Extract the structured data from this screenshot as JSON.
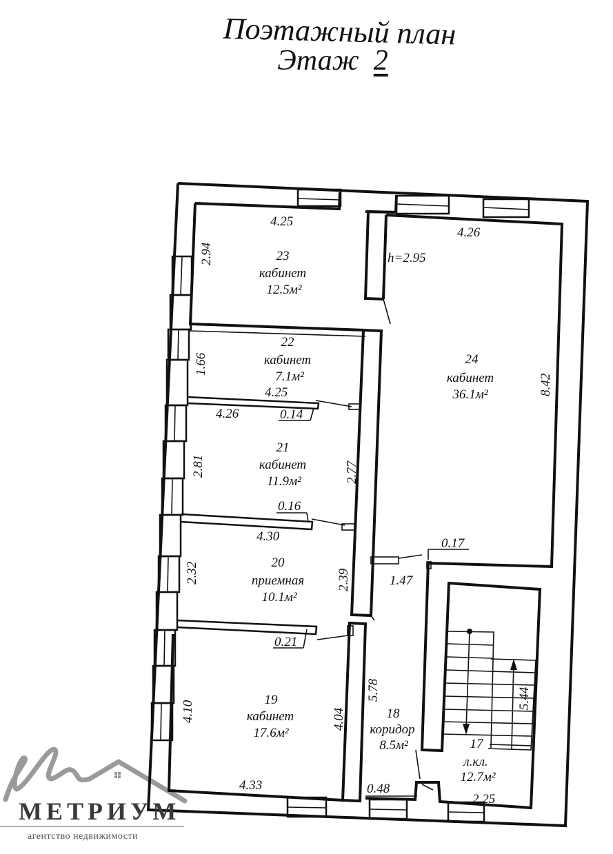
{
  "title": {
    "line1": "Поэтажный план",
    "line2_prefix": "Этаж",
    "floor_number": "2"
  },
  "ceiling_height": "h=2.95",
  "rooms": [
    {
      "number": "23",
      "name": "кабинет",
      "area": "12.5м²"
    },
    {
      "number": "22",
      "name": "кабинет",
      "area": "7.1м²"
    },
    {
      "number": "21",
      "name": "кабинет",
      "area": "11.9м²"
    },
    {
      "number": "20",
      "name": "приемная",
      "area": "10.1м²"
    },
    {
      "number": "19",
      "name": "кабинет",
      "area": "17.6м²"
    },
    {
      "number": "18",
      "name": "коридор",
      "area": "8.5м²"
    },
    {
      "number": "17",
      "name": "л.кл.",
      "area": "12.7м²"
    },
    {
      "number": "24",
      "name": "кабинет",
      "area": "36.1м²"
    }
  ],
  "dimensions": {
    "r23_top": "4.25",
    "r23_left": "2.94",
    "r24_top": "4.26",
    "r24_right": "8.42",
    "r22_left": "1.66",
    "r22_bottom": "4.25",
    "r21_top": "4.26",
    "r21_wall": "0.14",
    "r21_left": "2.81",
    "r21_right": "2.77",
    "r21_wall2": "0.16",
    "r20_top": "4.30",
    "r20_left": "2.32",
    "r20_right": "2.39",
    "corr_width": "1.47",
    "wall_017": "0.17",
    "r19_wall": "0.21",
    "r19_left": "4.10",
    "r19_right": "4.04",
    "r19_bottom": "4.33",
    "r18_len": "5.78",
    "r18_wall": "0.48",
    "r17_len": "5.44",
    "r17_bottom": "2.25"
  },
  "logo": {
    "name": "МЕТРИУМ",
    "tagline": "агентство недвижимости"
  }
}
